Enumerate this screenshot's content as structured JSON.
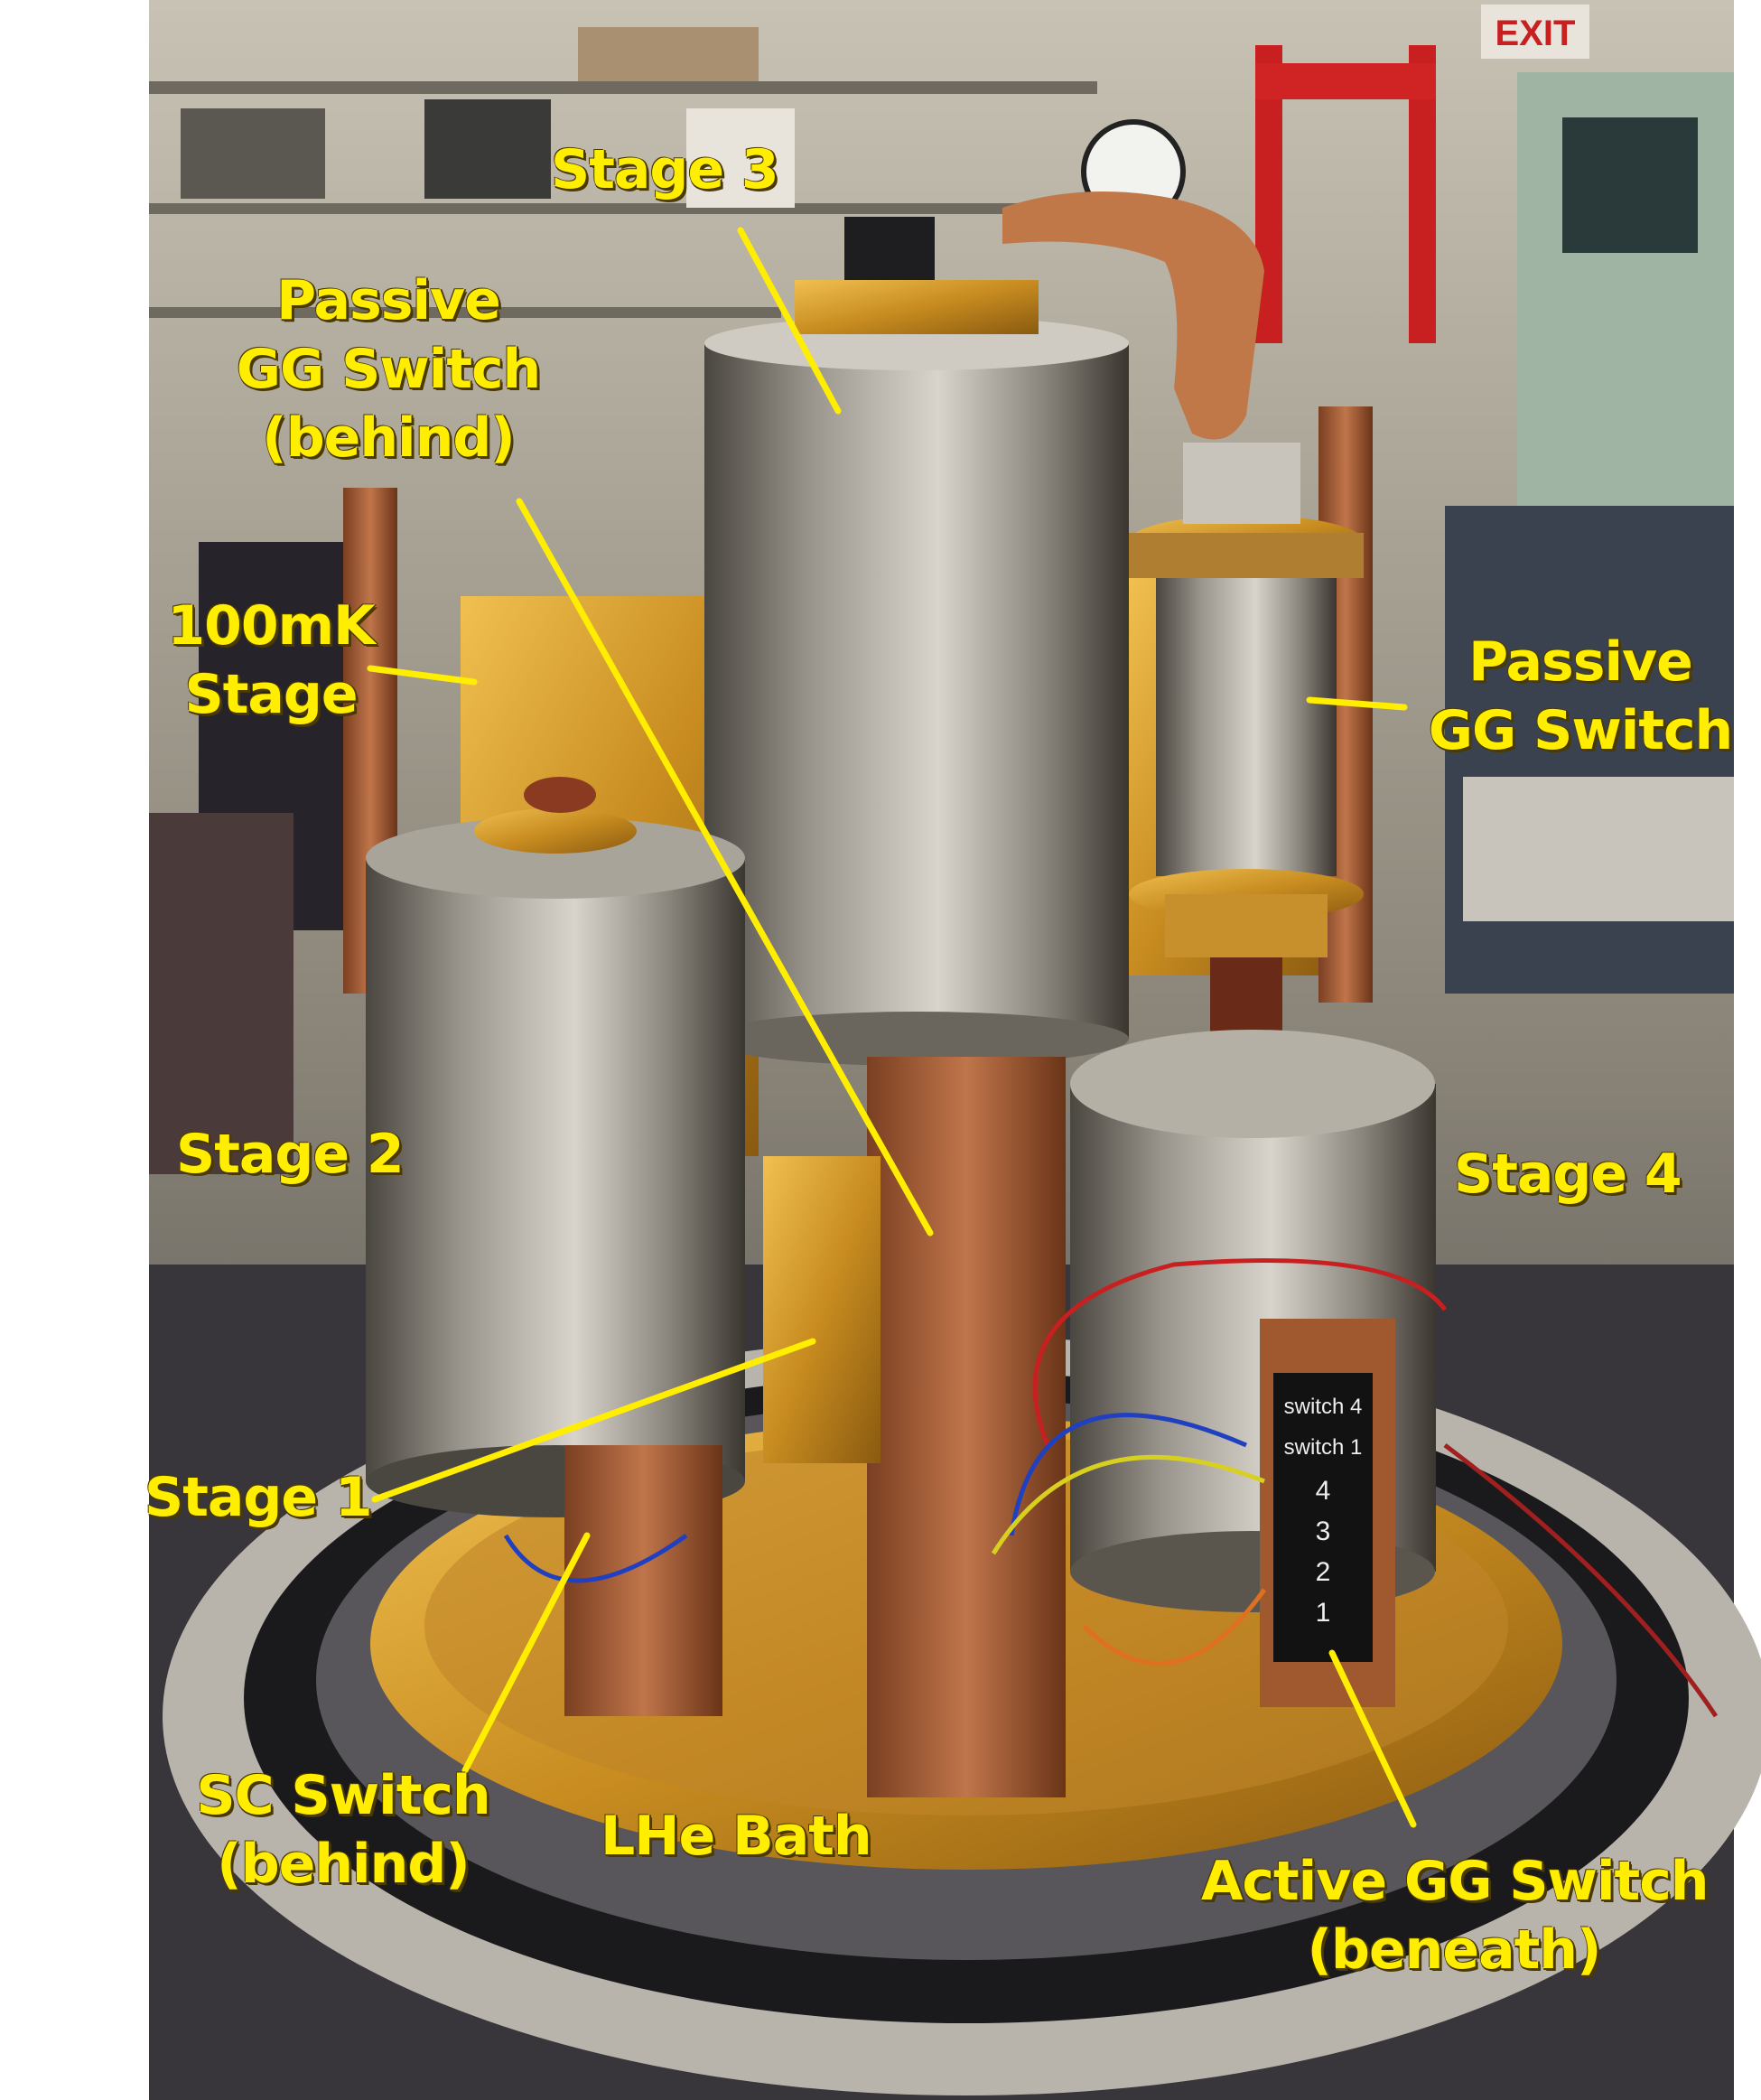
{
  "photo": {
    "labels": {
      "stage_3": "Stage 3",
      "passive_gg_switch_behind": [
        "Passive",
        "GG Switch",
        "(behind)"
      ],
      "stage_100mk": [
        "100mK",
        "Stage"
      ],
      "passive_gg_switch": [
        "Passive",
        "GG Switch"
      ],
      "stage_2": "Stage 2",
      "stage_4": "Stage 4",
      "stage_1": "Stage 1",
      "sc_switch_behind": [
        "SC Switch",
        "(behind)"
      ],
      "lhe_bath": "LHe Bath",
      "active_gg_switch_beneath": [
        "Active GG Switch",
        "(beneath)"
      ]
    },
    "board_markings": [
      "switch 4",
      "switch 1",
      "4",
      "3",
      "2",
      "1"
    ],
    "exit_sign": "EXIT",
    "colors": {
      "label": "#ffee00",
      "leader_line": "#ffee00",
      "copper": "#b8683a",
      "gold": "#d4a030",
      "steel": "#b0aca4"
    }
  }
}
